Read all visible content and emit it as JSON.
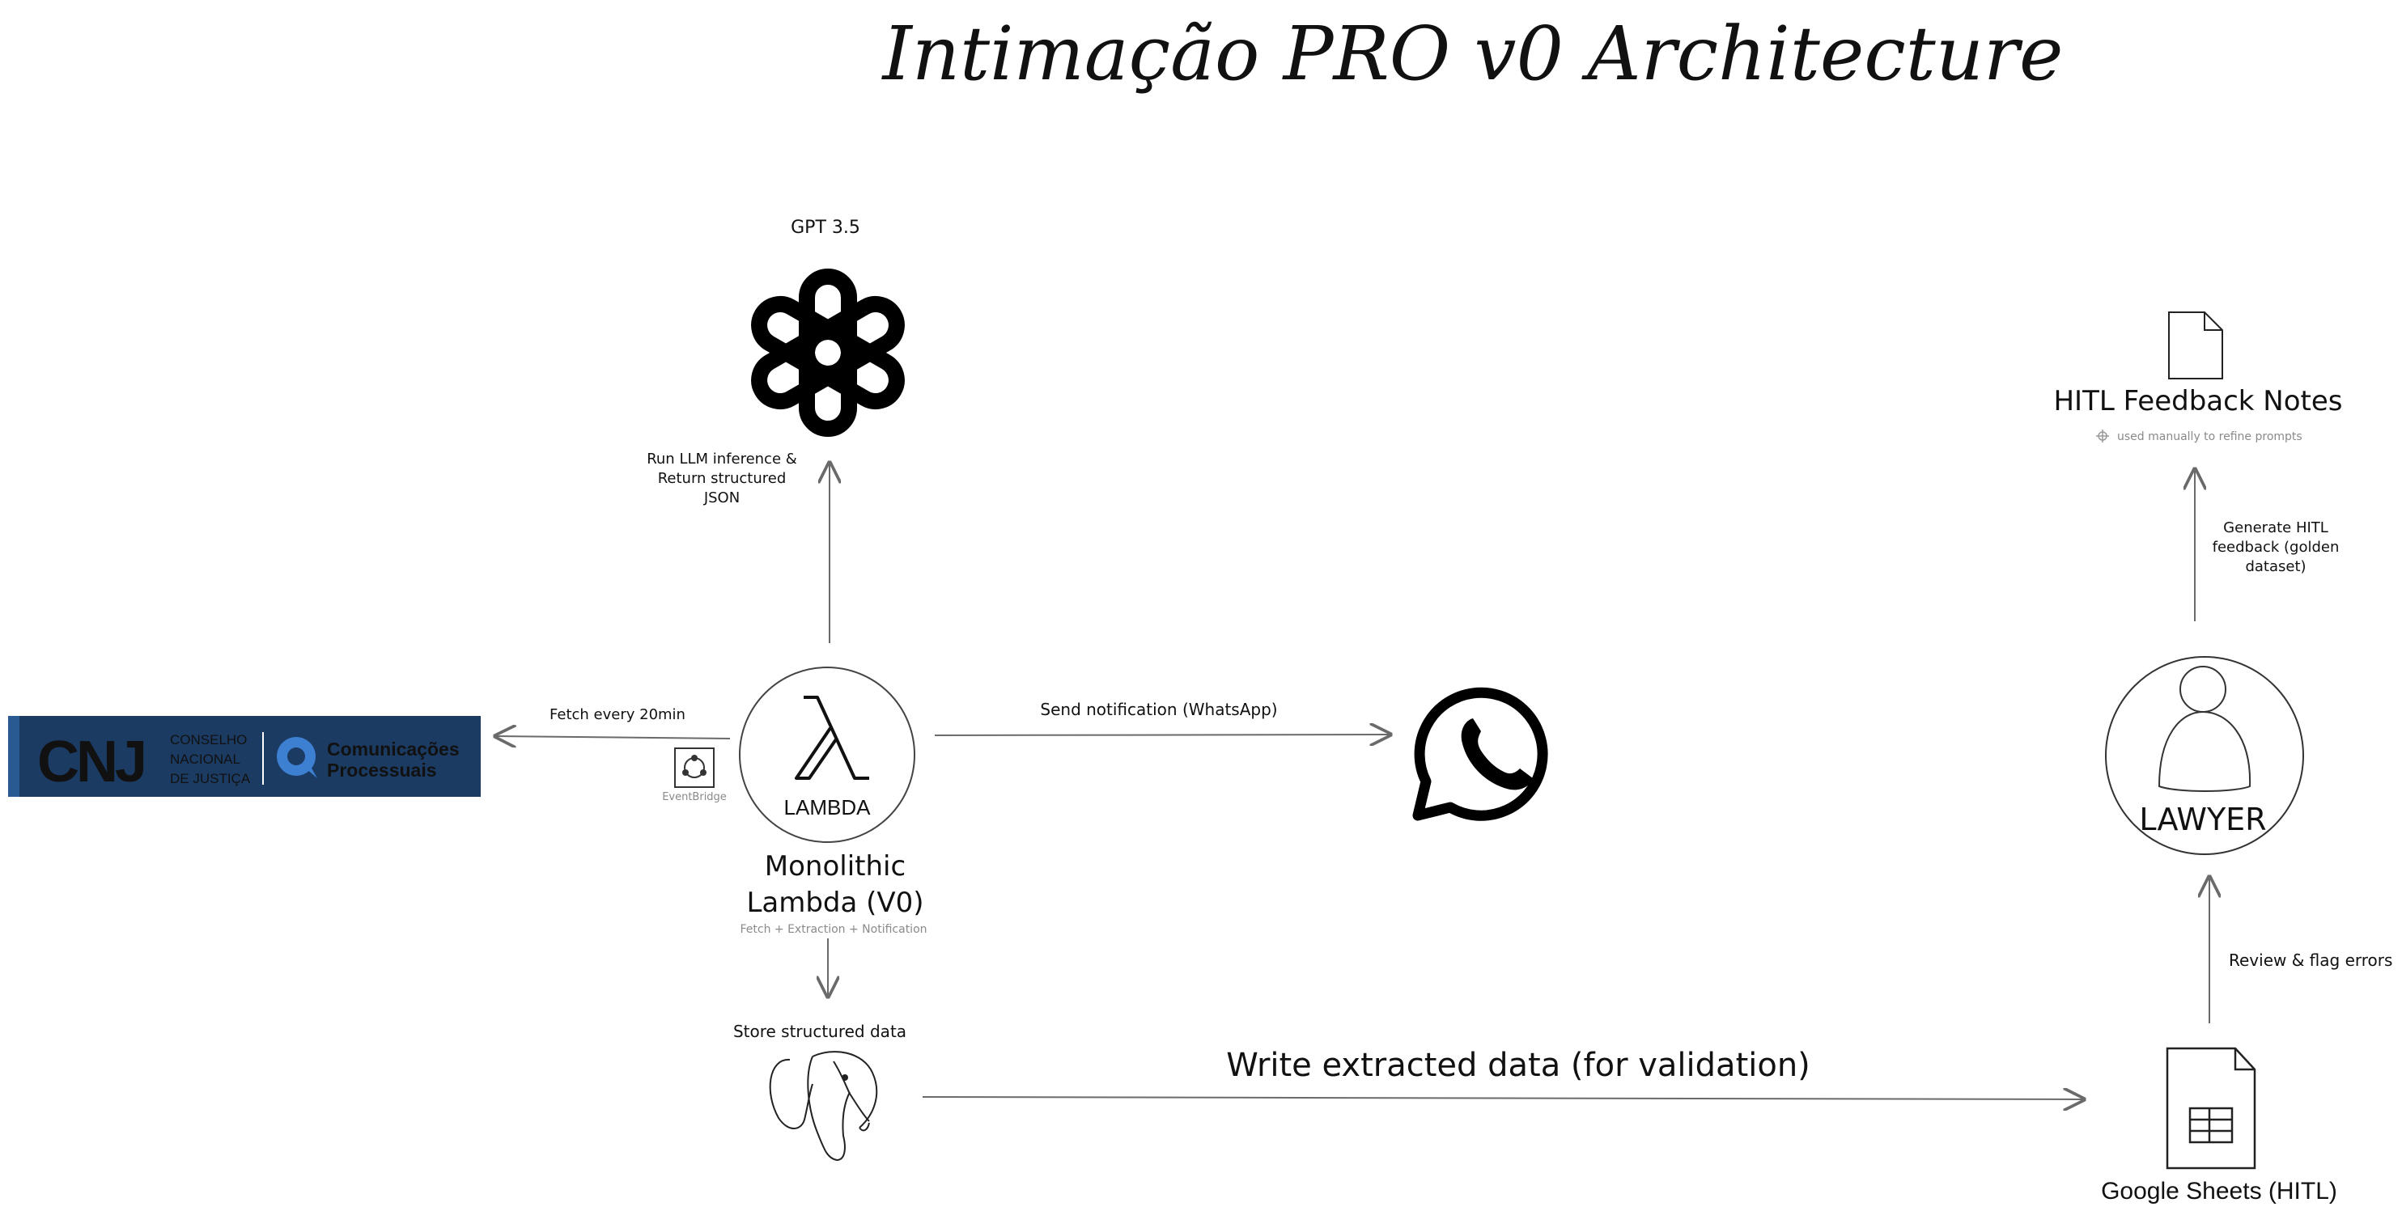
{
  "title": "Intimação PRO v0 Architecture",
  "nodes": {
    "gpt": {
      "label": "GPT 3.5",
      "icon": "openai-logo-icon"
    },
    "cnj": {
      "logo_text": "CNJ",
      "line1": "CONSELHO",
      "line2": "NACIONAL",
      "line3": "DE JUSTIÇA",
      "service_line1": "Comunicações",
      "service_line2": "Processuais",
      "bg_color": "#1b3b63",
      "accent_color": "#3d7fd1",
      "icon": "cnj-logo-icon"
    },
    "eventbridge": {
      "label": "EventBridge",
      "icon": "eventbridge-icon"
    },
    "lambda": {
      "icon_text": "LAMBDA",
      "title_line1": "Monolithic",
      "title_line2": "Lambda (V0)",
      "subtitle": "Fetch + Extraction + Notification",
      "icon": "lambda-icon"
    },
    "whatsapp": {
      "icon": "whatsapp-icon"
    },
    "postgres": {
      "label": "Store structured data",
      "icon": "postgres-elephant-icon"
    },
    "sheets": {
      "label": "Google Sheets (HITL)",
      "icon": "google-sheets-icon"
    },
    "lawyer": {
      "label": "LAWYER",
      "icon": "person-icon"
    },
    "notes": {
      "title": "HITL Feedback Notes",
      "subtitle": "used manually to refine prompts",
      "icon": "document-icon",
      "subtitle_icon": "sparkle-icon"
    }
  },
  "edges": {
    "llm": {
      "line1": "Run LLM inference &",
      "line2": "Return structured",
      "line3": "JSON"
    },
    "fetch": {
      "label": "Fetch every 20min"
    },
    "notify": {
      "label": "Send notification (WhatsApp)"
    },
    "write": {
      "label": "Write extracted data (for validation)"
    },
    "review": {
      "label": "Review & flag errors"
    },
    "feedback": {
      "line1": "Generate HITL",
      "line2": "feedback (golden",
      "line3": "dataset)"
    }
  }
}
